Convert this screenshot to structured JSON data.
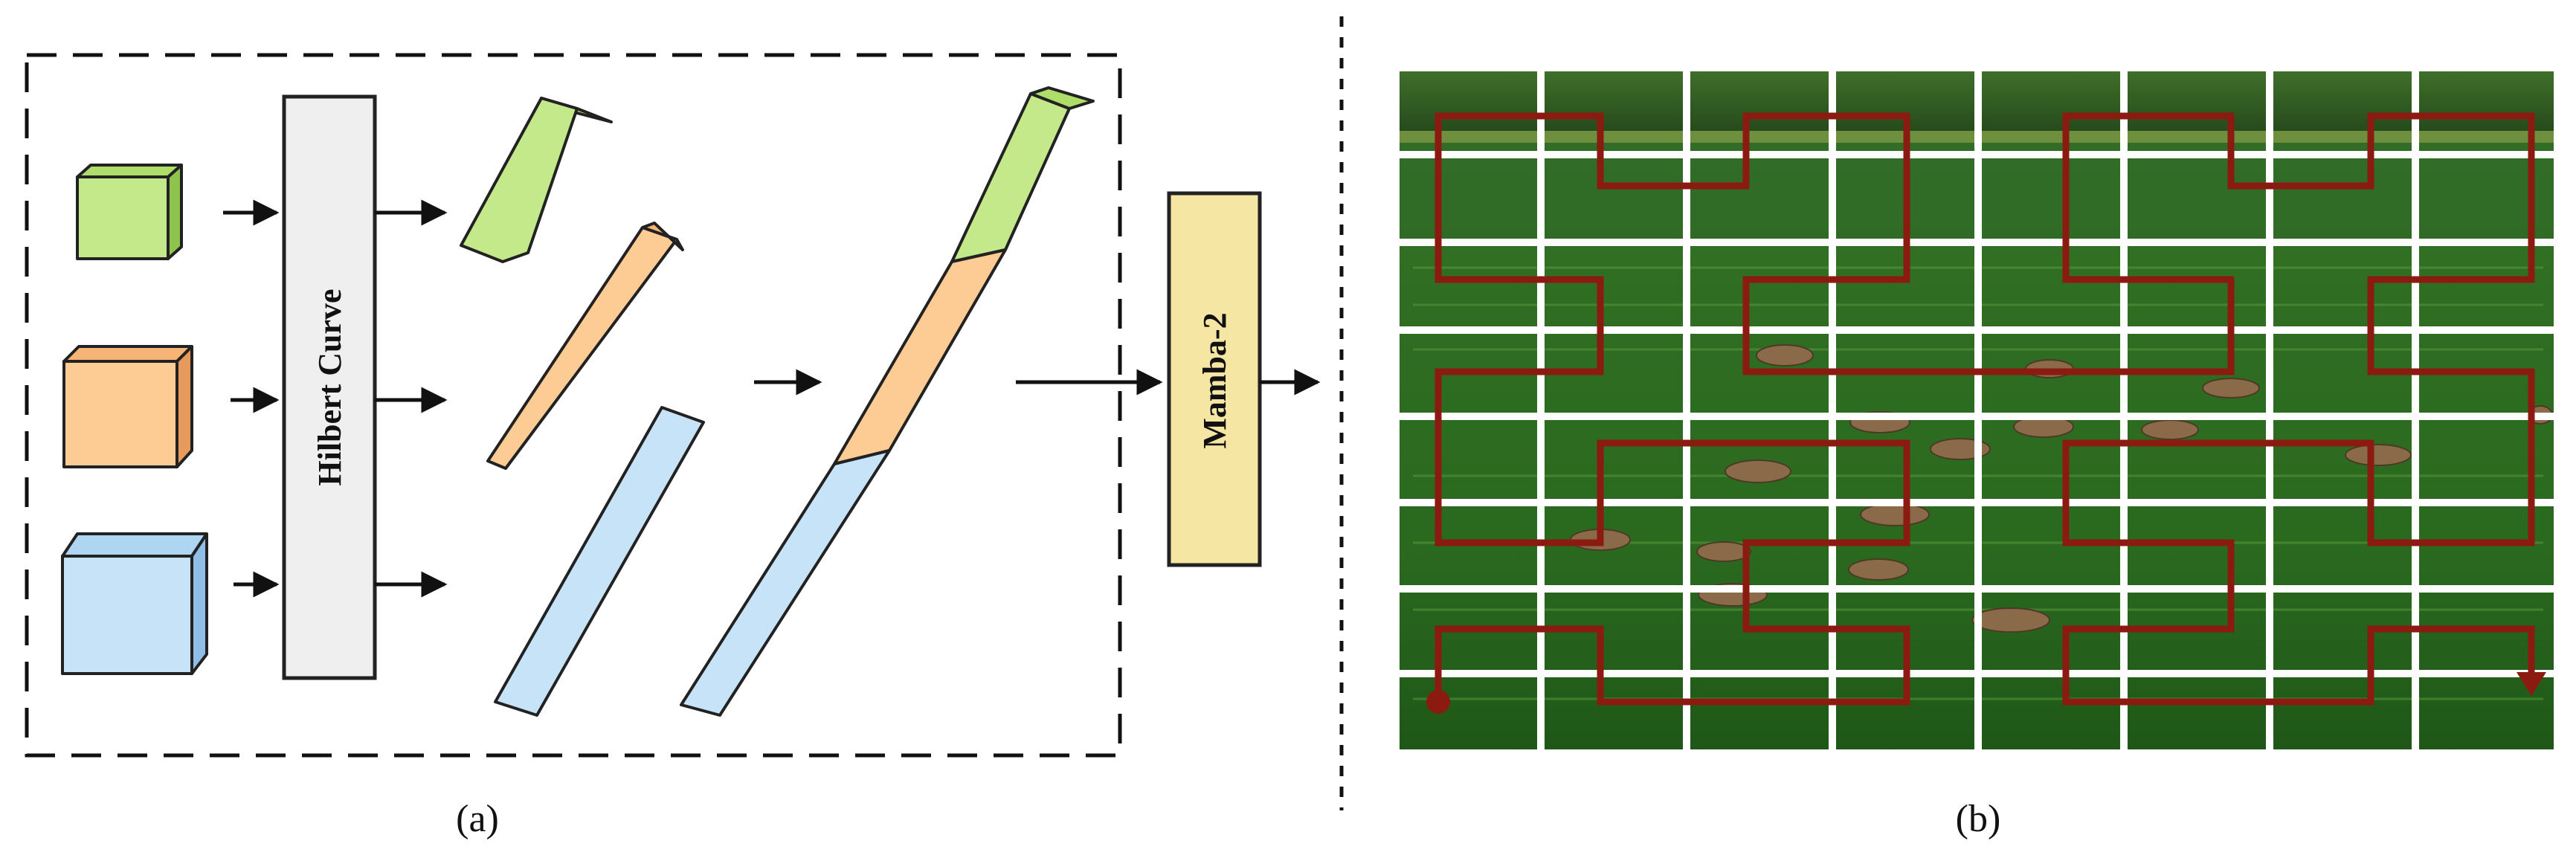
{
  "panel_a": {
    "caption": "(a)",
    "hilbert_label": "Hilbert Curve",
    "mamba_label": "Mamba-2",
    "colors": {
      "green_front": "#c3e98a",
      "green_top": "#aedd6a",
      "green_side": "#8ec44d",
      "orange_front": "#fdcb94",
      "orange_top": "#f6b577",
      "orange_side": "#e69a5c",
      "blue_front": "#c7e3f8",
      "blue_top": "#aed5f2",
      "blue_side": "#8fbfe6",
      "hilbert_fill": "#efefef",
      "mamba_fill": "#f5e6a3"
    }
  },
  "panel_b": {
    "caption": "(b)",
    "grid": {
      "columns": 8,
      "rows": 8
    },
    "colors": {
      "path": "#8b1a10",
      "water_dark": "#1f5a1a",
      "water_light": "#3f8a2c",
      "trees": "#2d5a1e"
    }
  }
}
